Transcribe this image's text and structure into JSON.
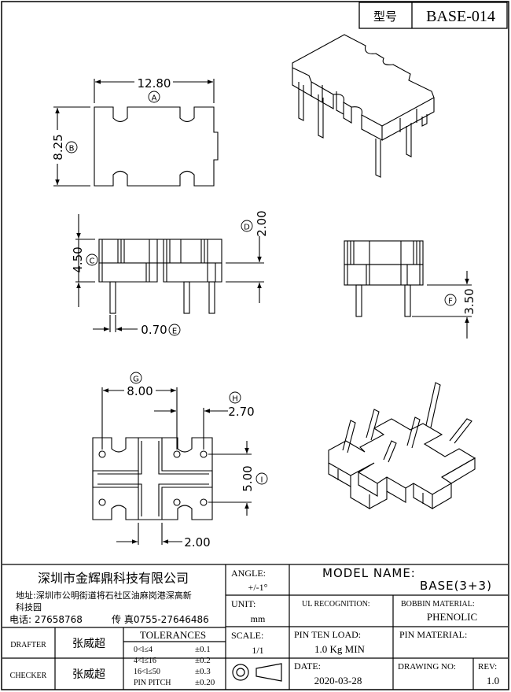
{
  "header": {
    "model_label": "型号",
    "model_value": "BASE-014"
  },
  "dimensions": {
    "a": {
      "value": "12.80",
      "marker": "A"
    },
    "b": {
      "value": "8.25",
      "marker": "B"
    },
    "c": {
      "value": "4.50",
      "marker": "C"
    },
    "d": {
      "value": "2.00",
      "marker": "D"
    },
    "e": {
      "value": "0.70",
      "marker": "E"
    },
    "f": {
      "value": "3.50",
      "marker": "F"
    },
    "g": {
      "value": "8.00",
      "marker": "G"
    },
    "h": {
      "value": "2.70",
      "marker": "H"
    },
    "i": {
      "value": "5.00",
      "marker": "I"
    },
    "j": {
      "value": "2.00"
    }
  },
  "title_block": {
    "company": "深圳市金辉鼎科技有限公司",
    "address_line1": "地址:深圳市公明街道将石社区油麻岗港深高新",
    "address_line2": "科技园",
    "phone": "电话: 27658768",
    "fax": "传 真0755-27646486",
    "angle_label": "ANGLE:",
    "angle_value": "+/-1°",
    "model_name_label": "MODEL NAME:",
    "model_name_value": "BASE(3+3)",
    "unit_label": "UNIT:",
    "unit_value": "mm",
    "ul_label": "UL RECOGNITION:",
    "bobbin_label": "BOBBIN MATERIAL:",
    "bobbin_value": "PHENOLIC",
    "drafter_label": "DRAFTER",
    "drafter_value": "张威超",
    "checker_label": "CHECKER",
    "checker_value": "张威超",
    "tolerances_label": "TOLERANCES",
    "tolerances": [
      {
        "range": "0<l≤4",
        "value": "±0.1"
      },
      {
        "range": "4<l≤16",
        "value": "±0.2"
      },
      {
        "range": "16<l≤50",
        "value": "±0.3"
      },
      {
        "range": "PIN PITCH",
        "value": "±0.20"
      }
    ],
    "scale_label": "SCALE:",
    "scale_value": "1/1",
    "pin_ten_label": "PIN TEN LOAD:",
    "pin_ten_value": "1.0 Kg MIN",
    "pin_material_label": "PIN MATERIAL:",
    "date_label": "DATE:",
    "date_value": "2020-03-28",
    "drawing_no_label": "DRAWING NO:",
    "rev_label": "REV:",
    "rev_value": "1.0"
  }
}
